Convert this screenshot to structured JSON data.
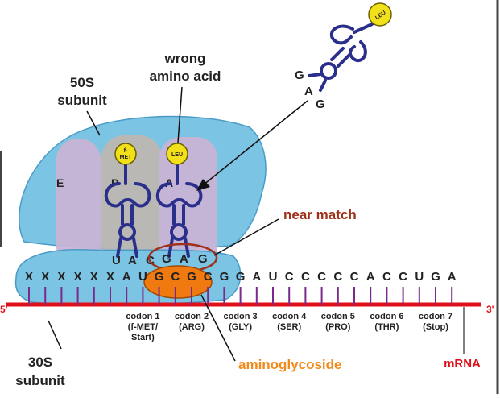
{
  "labels": {
    "subunit_50s_1": "50S",
    "subunit_50s_2": "subunit",
    "subunit_30s_1": "30S",
    "subunit_30s_2": "subunit",
    "wrong_aa_1": "wrong",
    "wrong_aa_2": "amino acid",
    "near_match": "near match",
    "aminoglycoside": "aminoglycoside",
    "mrna": "mRNA",
    "five_prime": "5'",
    "three_prime": "3'",
    "site_e": "E",
    "site_p": "P",
    "site_a": "A",
    "fmet_1": "f-",
    "fmet_2": "MET",
    "leu_a": "LEU",
    "leu_top": "LEU"
  },
  "anticodons": {
    "p_site": [
      "U",
      "A",
      "C"
    ],
    "a_site": [
      "G",
      "A",
      "G"
    ],
    "incoming": [
      "G",
      "A",
      "G"
    ]
  },
  "mrna_bases": [
    "X",
    "X",
    "X",
    "X",
    "X",
    "X",
    "A",
    "U",
    "G",
    "C",
    "G",
    "C",
    "G",
    "G",
    "A",
    "U",
    "C",
    "C",
    "C",
    "C",
    "C",
    "A",
    "C",
    "C",
    "U",
    "G",
    "A"
  ],
  "codons": [
    {
      "line1": "codon 1",
      "line2": "(f-MET/",
      "line3": "Start)"
    },
    {
      "line1": "codon 2",
      "line2": "(ARG)"
    },
    {
      "line1": "codon 3",
      "line2": "(GLY)"
    },
    {
      "line1": "codon 4",
      "line2": "(SER)"
    },
    {
      "line1": "codon 5",
      "line2": "(PRO)"
    },
    {
      "line1": "codon 6",
      "line2": "(THR)"
    },
    {
      "line1": "codon 7",
      "line2": "(Stop)"
    }
  ],
  "colors": {
    "ribosome": "#7cc4e4",
    "ribosome_edge": "#4a9cc8",
    "site_box": "#c8b4d6",
    "p_site_box": "#bdb7b2",
    "trna": "#2a2f8c",
    "amino_acid": "#f2e01a",
    "mrna_line": "#e0101a",
    "tick": "#7b2a8c",
    "drug": "#f07a10",
    "drug_text": "#f08a1a",
    "near_match_text": "#a0301a"
  }
}
